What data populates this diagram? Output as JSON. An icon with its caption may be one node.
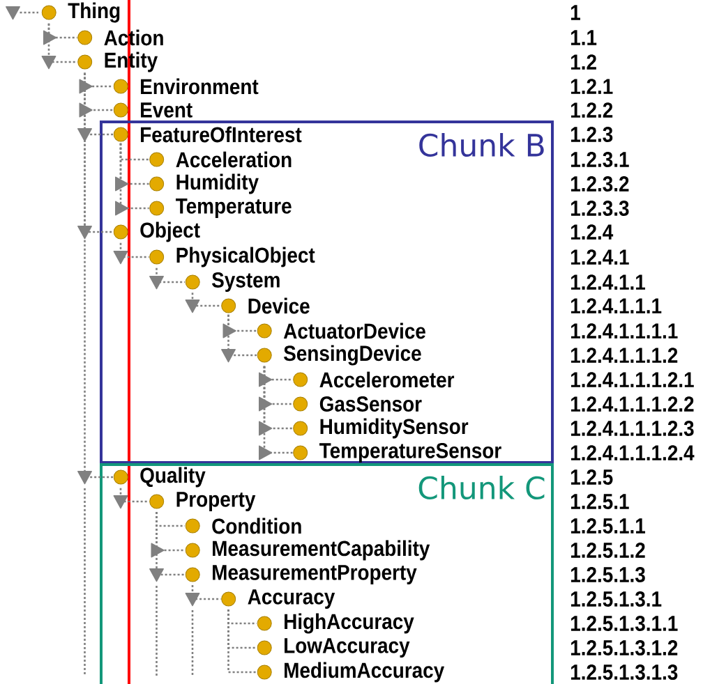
{
  "diagram": {
    "nodes": [
      {
        "text": [
          "Thing"
        ]
      },
      {
        "text": [
          "Action"
        ]
      },
      {
        "text": [
          "Entity"
        ]
      },
      {
        "text": [
          "Environment"
        ]
      },
      {
        "text": [
          "Event"
        ]
      },
      {
        "text": [
          "Chunk B"
        ]
      },
      {
        "text": [
          "FeatureOfInterest"
        ],
        "in": 5
      },
      {
        "text": [
          "Acceleration"
        ],
        "in": 5
      },
      {
        "text": [
          "Humidity"
        ],
        "in": 5
      },
      {
        "text": [
          "Temperature"
        ],
        "in": 5
      },
      {
        "text": [
          "Object"
        ],
        "in": 5
      },
      {
        "text": [
          "PhysicalObject"
        ],
        "in": 5
      },
      {
        "text": [
          "System"
        ],
        "in": 5
      },
      {
        "text": [
          "Device"
        ],
        "in": 5
      },
      {
        "text": [
          "ActuatorDevice"
        ],
        "in": 5
      },
      {
        "text": [
          "SensingDevice"
        ],
        "in": 5
      },
      {
        "text": [
          "Accelerometer"
        ],
        "in": 5
      },
      {
        "text": [
          "GasSensor"
        ],
        "in": 5
      },
      {
        "text": [
          "HumiditySensor"
        ],
        "in": 5
      },
      {
        "text": [
          "TemperatureSensor"
        ],
        "in": 5
      },
      {
        "text": [
          "Chunk C"
        ]
      },
      {
        "text": [
          "Quality"
        ],
        "in": 20
      },
      {
        "text": [
          "Property"
        ],
        "in": 20
      },
      {
        "text": [
          "Condition"
        ],
        "in": 20
      },
      {
        "text": [
          "MeasurementCapability"
        ],
        "in": 20
      },
      {
        "text": [
          "MeasurementProperty"
        ],
        "in": 20
      },
      {
        "text": [
          "Accuracy"
        ],
        "in": 20
      },
      {
        "text": [
          "HighAccuracy"
        ],
        "in": 20
      },
      {
        "text": [
          "LowAccuracy"
        ],
        "in": 20
      },
      {
        "text": [
          "MediumAccuracy"
        ],
        "in": 20
      }
    ],
    "edges": [
      {
        "from": 0,
        "to": 1,
        "arrow": "none"
      },
      {
        "from": 0,
        "to": 2,
        "arrow": "none"
      },
      {
        "from": 2,
        "to": 3,
        "arrow": "none"
      },
      {
        "from": 2,
        "to": 4,
        "arrow": "none"
      },
      {
        "from": 2,
        "to": 6,
        "arrow": "none"
      },
      {
        "from": 2,
        "to": 10,
        "arrow": "none"
      },
      {
        "from": 2,
        "to": 21,
        "arrow": "none"
      },
      {
        "from": 6,
        "to": 7,
        "arrow": "none"
      },
      {
        "from": 6,
        "to": 8,
        "arrow": "none"
      },
      {
        "from": 6,
        "to": 9,
        "arrow": "none"
      },
      {
        "from": 10,
        "to": 11,
        "arrow": "none"
      },
      {
        "from": 11,
        "to": 12,
        "arrow": "none"
      },
      {
        "from": 12,
        "to": 13,
        "arrow": "none"
      },
      {
        "from": 13,
        "to": 14,
        "arrow": "none"
      },
      {
        "from": 13,
        "to": 15,
        "arrow": "none"
      },
      {
        "from": 15,
        "to": 16,
        "arrow": "none"
      },
      {
        "from": 15,
        "to": 17,
        "arrow": "none"
      },
      {
        "from": 15,
        "to": 18,
        "arrow": "none"
      },
      {
        "from": 15,
        "to": 19,
        "arrow": "none"
      },
      {
        "from": 21,
        "to": 22,
        "arrow": "none"
      },
      {
        "from": 22,
        "to": 23,
        "arrow": "none"
      },
      {
        "from": 22,
        "to": 24,
        "arrow": "none"
      },
      {
        "from": 22,
        "to": 25,
        "arrow": "none"
      },
      {
        "from": 25,
        "to": 26,
        "arrow": "none"
      },
      {
        "from": 26,
        "to": 27,
        "arrow": "none"
      },
      {
        "from": 26,
        "to": 28,
        "arrow": "none"
      },
      {
        "from": 26,
        "to": 29,
        "arrow": "none"
      }
    ],
    "labels": [
      "1",
      "1.1",
      "1.2",
      "1.2.1",
      "1.2.2",
      "1.2.3",
      "1.2.3.1",
      "1.2.3.2",
      "1.2.3.3",
      "1.2.4",
      "1.2.4.1",
      "1.2.4.1.1",
      "1.2.4.1.1.1",
      "1.2.4.1.1.1.1",
      "1.2.4.1.1.1.2",
      "1.2.4.1.1.1.2.1",
      "1.2.4.1.1.1.2.2",
      "1.2.4.1.1.1.2.3",
      "1.2.4.1.1.1.2.4",
      "1.2.5",
      "1.2.5.1",
      "1.2.5.1.1",
      "1.2.5.1.2",
      "1.2.5.1.3",
      "1.2.5.1.3.1",
      "1.2.5.1.3.1.1",
      "1.2.5.1.3.1.2",
      "1.2.5.1.3.1.3"
    ]
  }
}
